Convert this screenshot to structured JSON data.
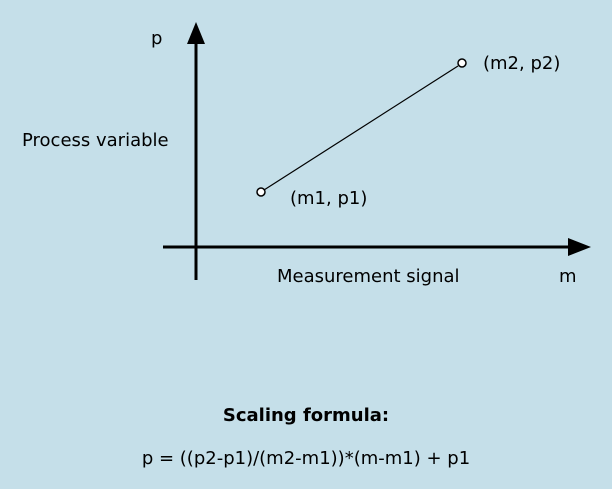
{
  "diagram": {
    "y_axis_symbol": "p",
    "x_axis_symbol": "m",
    "y_axis_label": "Process variable",
    "x_axis_label": "Measurement signal",
    "point1_label": "(m1, p1)",
    "point2_label": "(m2, p2)"
  },
  "formula": {
    "title": "Scaling formula:",
    "text": "p = ((p2-p1)/(m2-m1))*(m-m1) + p1"
  },
  "colors": {
    "background": "#c5dfe9",
    "stroke": "#000000"
  }
}
